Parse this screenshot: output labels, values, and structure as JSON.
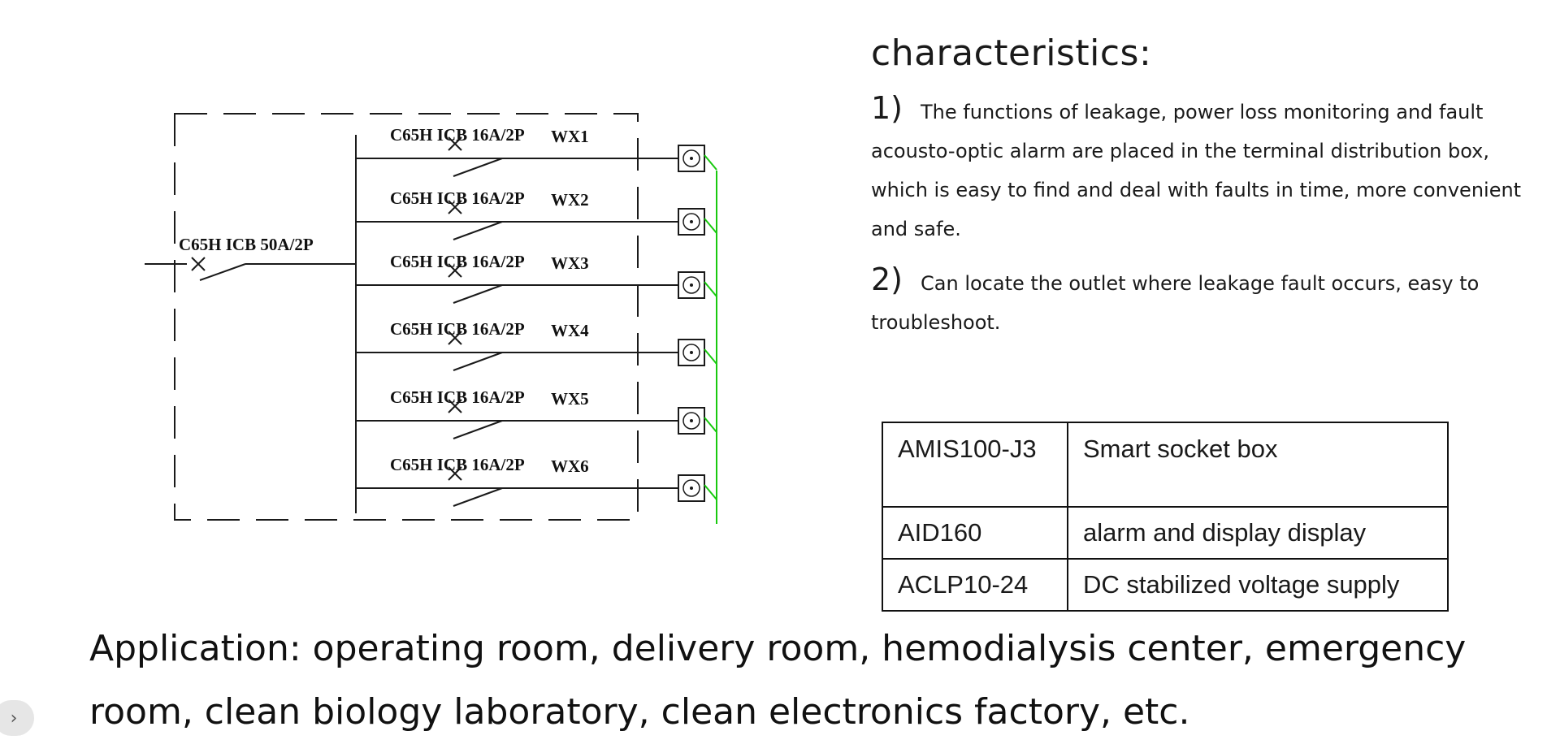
{
  "diagram": {
    "main_breaker": "C65H ICB 50A/2P",
    "branches": [
      {
        "breaker": "C65H ICB 16A/2P",
        "circuit": "WX1"
      },
      {
        "breaker": "C65H ICB 16A/2P",
        "circuit": "WX2"
      },
      {
        "breaker": "C65H ICB 16A/2P",
        "circuit": "WX3"
      },
      {
        "breaker": "C65H ICB 16A/2P",
        "circuit": "WX4"
      },
      {
        "breaker": "C65H ICB 16A/2P",
        "circuit": "WX5"
      },
      {
        "breaker": "C65H ICB 16A/2P",
        "circuit": "WX6"
      }
    ],
    "colors": {
      "line": "#1a1a1a",
      "bus": "#19c90f"
    }
  },
  "characteristics": {
    "heading": "characteristics:",
    "items": [
      {
        "num": "1)",
        "text": "The functions of leakage, power loss monitoring and fault acousto-optic alarm are placed in the terminal distribution box, which is easy to find and deal with faults in time, more convenient and safe."
      },
      {
        "num": "2)",
        "text": "Can locate the outlet where leakage fault occurs, easy to troubleshoot."
      }
    ]
  },
  "parts_table": [
    {
      "code": "AMIS100-J3",
      "desc": "Smart socket box"
    },
    {
      "code": "AID160",
      "desc": "alarm and display display"
    },
    {
      "code": "ACLP10-24",
      "desc": "DC stabilized voltage supply"
    }
  ],
  "application": "Application: operating room, delivery room, hemodialysis center, emergency room, clean biology laboratory, clean electronics factory, etc.",
  "expand_icon": "chevron-right-icon"
}
